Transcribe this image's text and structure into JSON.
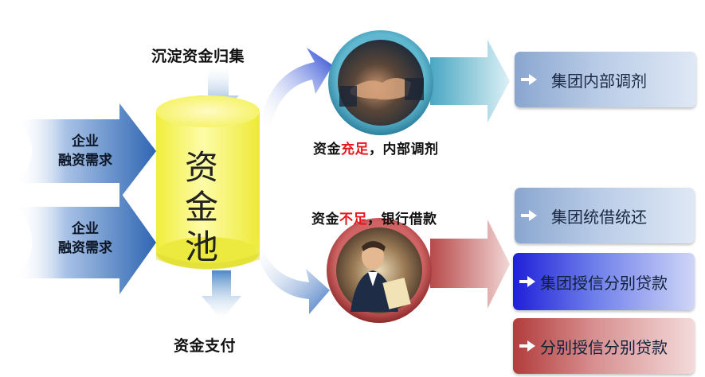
{
  "labels": {
    "top_inflow": "沉淀资金归集",
    "bottom_outflow": "资金支付",
    "surplus_prefix": "资金",
    "surplus_keyword": "充足",
    "surplus_suffix": "，内部调剂",
    "shortage_prefix": "资金",
    "shortage_keyword": "不足",
    "shortage_suffix": "，银行借款"
  },
  "demands": [
    {
      "line1": "企业",
      "line2": "融资需求"
    },
    {
      "line1": "企业",
      "line2": "融资需求"
    }
  ],
  "pool": {
    "chars": [
      "资",
      "金",
      "池"
    ]
  },
  "boxes": [
    {
      "text": "集团内部调剂",
      "style": "grey"
    },
    {
      "text": "集团统借统还",
      "style": "grey"
    },
    {
      "text": "集团授信分别贷款",
      "style": "blue"
    },
    {
      "text": "分别授信分别贷款",
      "style": "red"
    }
  ],
  "colors": {
    "pool_fill": "#f7f560",
    "left_arrows": "#3f74b9",
    "upper_arrow": "#66b3c8",
    "lower_arrow": "#c25a5a",
    "keyword_red": "#e8141c"
  },
  "icons": [
    "handshake-photo",
    "businessman-photo"
  ]
}
